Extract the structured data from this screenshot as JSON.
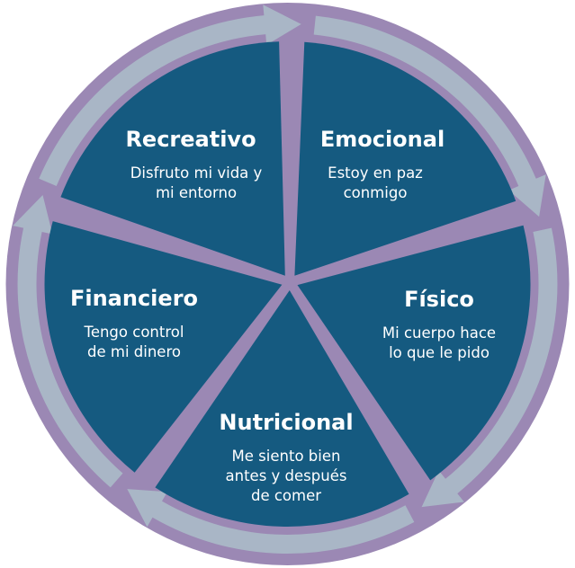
{
  "colors": {
    "outer_ring": "#9b88b4",
    "arrow_band": "#a9b6c6",
    "segment_fill": "#155a80",
    "divider": "#9b88b4",
    "text": "#ffffff"
  },
  "segments": [
    {
      "title": "Emocional",
      "lines": [
        "Estoy en paz",
        "conmigo"
      ]
    },
    {
      "title": "Físico",
      "lines": [
        "Mi cuerpo hace",
        "lo que le pido"
      ]
    },
    {
      "title": "Nutricional",
      "lines": [
        "Me siento bien",
        "antes y después",
        "de comer"
      ]
    },
    {
      "title": "Financiero",
      "lines": [
        "Tengo control",
        "de mi dinero"
      ]
    },
    {
      "title": "Recreativo",
      "lines": [
        "Disfruto mi vida y",
        "mi entorno"
      ]
    }
  ]
}
